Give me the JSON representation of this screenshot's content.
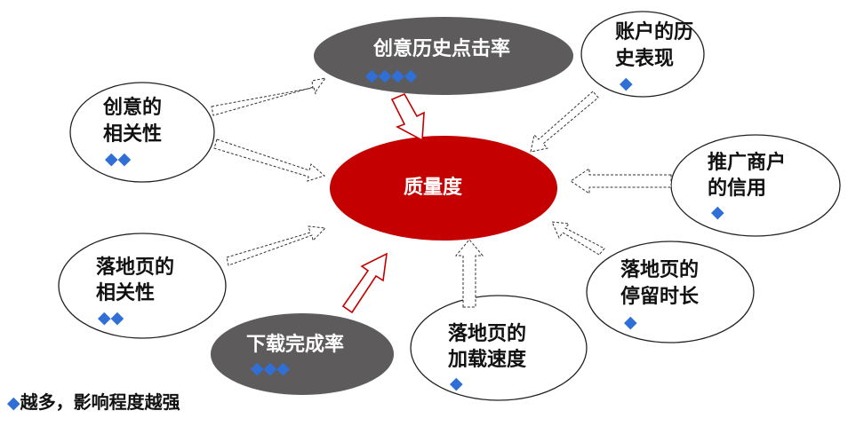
{
  "colors": {
    "diamond": "#2f6fd6",
    "core": "#c40000",
    "dark_node": "#5d5b5c",
    "outline": "#222222"
  },
  "center": {
    "label": "质量度"
  },
  "nodes": [
    {
      "id": "creative-ctr",
      "line1": "创意历史点击率",
      "line2": "",
      "diamonds": "◆◆◆◆",
      "dark": true
    },
    {
      "id": "account-history",
      "line1": "账户的历",
      "line2": "史表现",
      "diamonds": "◆",
      "dark": false
    },
    {
      "id": "creative-relevance",
      "line1": "创意的",
      "line2": "相关性",
      "diamonds": "◆◆",
      "dark": false
    },
    {
      "id": "advertiser-credit",
      "line1": "推广商户",
      "line2": "的信用",
      "diamonds": "◆",
      "dark": false
    },
    {
      "id": "landing-relevance",
      "line1": "落地页的",
      "line2": "相关性",
      "diamonds": "◆◆",
      "dark": false
    },
    {
      "id": "landing-dwell",
      "line1": "落地页的",
      "line2": "停留时长",
      "diamonds": "◆",
      "dark": false
    },
    {
      "id": "download-completion",
      "line1": "下载完成率",
      "line2": "",
      "diamonds": "◆◆◆",
      "dark": true
    },
    {
      "id": "landing-load-speed",
      "line1": "落地页的",
      "line2": "加载速度",
      "diamonds": "◆",
      "dark": false
    }
  ],
  "legend": {
    "symbol": "◆",
    "text": "越多，影响程度越强"
  }
}
